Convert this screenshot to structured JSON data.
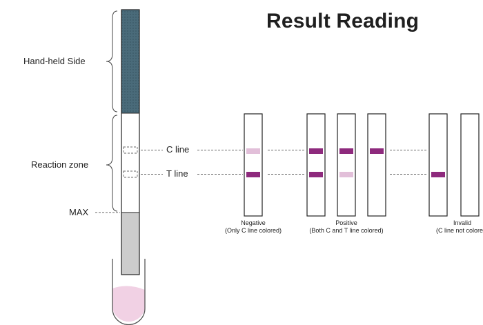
{
  "title": "Result Reading",
  "labels": {
    "hand_held": "Hand-held Side",
    "reaction_zone": "Reaction zone",
    "max": "MAX",
    "c_line": "C line",
    "t_line": "T line"
  },
  "results": {
    "negative": {
      "name": "Negative",
      "note": "(Only C line colored)"
    },
    "positive": {
      "name": "Positive",
      "note": "(Both C and T line colored)"
    },
    "invalid": {
      "name": "Invalid",
      "note": "(C line not colored)"
    }
  },
  "colors": {
    "handle": "#4a6b7a",
    "line_strong": "#8e2a7d",
    "line_faint": "#e2bfd9",
    "sample_zone": "#cccccc",
    "liquid": "#f1d1e4"
  }
}
